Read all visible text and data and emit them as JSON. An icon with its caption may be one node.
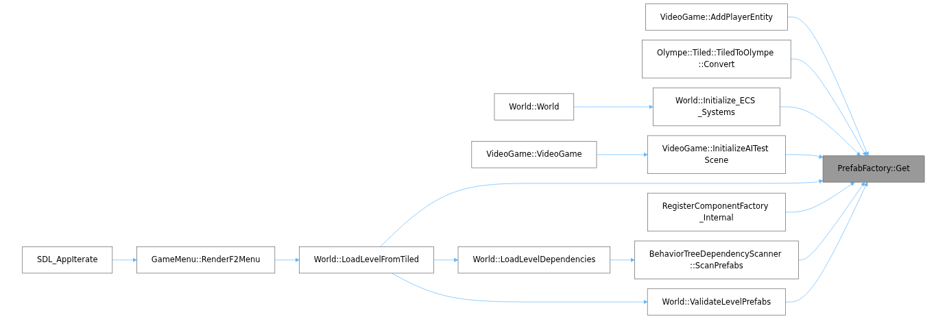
{
  "diagram": {
    "nodes": [
      {
        "text": [
          "PrefabFactory::Get"
        ]
      },
      {
        "text": [
          "VideoGame::AddPlayerEntity"
        ]
      },
      {
        "text": [
          "Olympe::Tiled::TiledToOlympe ::Convert"
        ]
      },
      {
        "text": [
          "World::Initialize_ECS _Systems"
        ]
      },
      {
        "text": [
          "World::World"
        ]
      },
      {
        "text": [
          "VideoGame::InitializeAITest Scene"
        ]
      },
      {
        "text": [
          "VideoGame::VideoGame"
        ]
      },
      {
        "text": [
          "World::LoadLevelFromTiled"
        ]
      },
      {
        "text": [
          "RegisterComponentFactory _Internal"
        ]
      },
      {
        "text": [
          "BehaviorTreeDependencyScanner ::ScanPrefabs"
        ]
      },
      {
        "text": [
          "World::LoadLevelDependencies"
        ]
      },
      {
        "text": [
          "World::ValidateLevelPrefabs"
        ]
      },
      {
        "text": [
          "GameMenu::RenderF2Menu"
        ]
      },
      {
        "text": [
          "SDL_AppIterate"
        ]
      }
    ],
    "edges": [
      {
        "from": 1,
        "to": 0,
        "arrow": "to"
      },
      {
        "from": 2,
        "to": 0,
        "arrow": "to"
      },
      {
        "from": 3,
        "to": 0,
        "arrow": "to"
      },
      {
        "from": 5,
        "to": 0,
        "arrow": "to"
      },
      {
        "from": 7,
        "to": 0,
        "arrow": "to"
      },
      {
        "from": 8,
        "to": 0,
        "arrow": "to"
      },
      {
        "from": 9,
        "to": 0,
        "arrow": "to"
      },
      {
        "from": 11,
        "to": 0,
        "arrow": "to"
      },
      {
        "from": 4,
        "to": 3,
        "arrow": "to"
      },
      {
        "from": 6,
        "to": 5,
        "arrow": "to"
      },
      {
        "from": 13,
        "to": 12,
        "arrow": "to"
      },
      {
        "from": 12,
        "to": 7,
        "arrow": "to"
      },
      {
        "from": 7,
        "to": 10,
        "arrow": "to"
      },
      {
        "from": 10,
        "to": 9,
        "arrow": "to"
      },
      {
        "from": 7,
        "to": 11,
        "arrow": "to"
      }
    ]
  }
}
